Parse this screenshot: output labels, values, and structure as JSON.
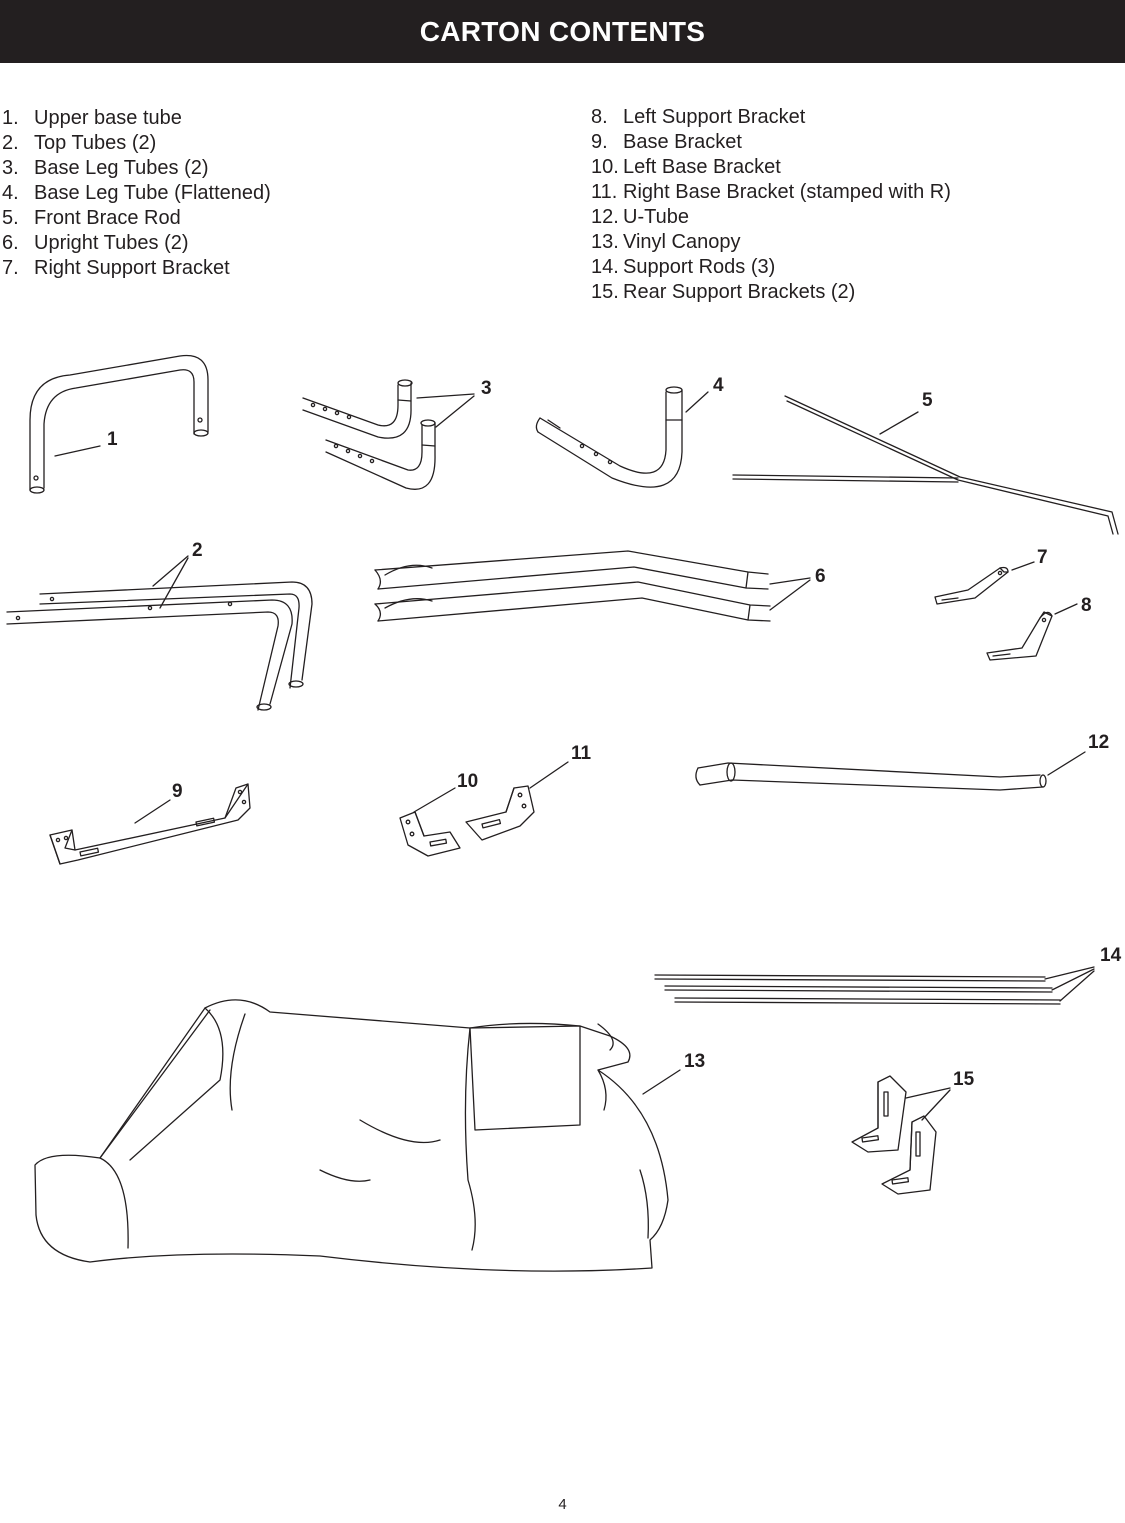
{
  "header": {
    "title": "CARTON CONTENTS"
  },
  "parts_left": [
    {
      "num": "1.",
      "label": "Upper base tube"
    },
    {
      "num": "2.",
      "label": "Top Tubes (2)"
    },
    {
      "num": "3.",
      "label": "Base Leg Tubes (2)"
    },
    {
      "num": "4.",
      "label": "Base Leg Tube (Flattened)"
    },
    {
      "num": "5.",
      "label": "Front Brace Rod"
    },
    {
      "num": "6.",
      "label": "Upright Tubes (2)"
    },
    {
      "num": "7.",
      "label": "Right Support Bracket"
    }
  ],
  "parts_right": [
    {
      "num": "8.",
      "label": "Left Support Bracket"
    },
    {
      "num": "9.",
      "label": "Base Bracket"
    },
    {
      "num": "10.",
      "label": "Left Base Bracket"
    },
    {
      "num": "11.",
      "label": "Right Base Bracket (stamped with R)"
    },
    {
      "num": "12.",
      "label": "U-Tube"
    },
    {
      "num": "13.",
      "label": "Vinyl Canopy"
    },
    {
      "num": "14.",
      "label": "Support Rods (3)"
    },
    {
      "num": "15.",
      "label": "Rear Support Brackets (2)"
    }
  ],
  "callouts": {
    "c1": "1",
    "c2": "2",
    "c3": "3",
    "c4": "4",
    "c5": "5",
    "c6": "6",
    "c7": "7",
    "c8": "8",
    "c9": "9",
    "c10": "10",
    "c11": "11",
    "c12": "12",
    "c13": "13",
    "c14": "14",
    "c15": "15"
  },
  "footer": {
    "page_number": "4"
  }
}
